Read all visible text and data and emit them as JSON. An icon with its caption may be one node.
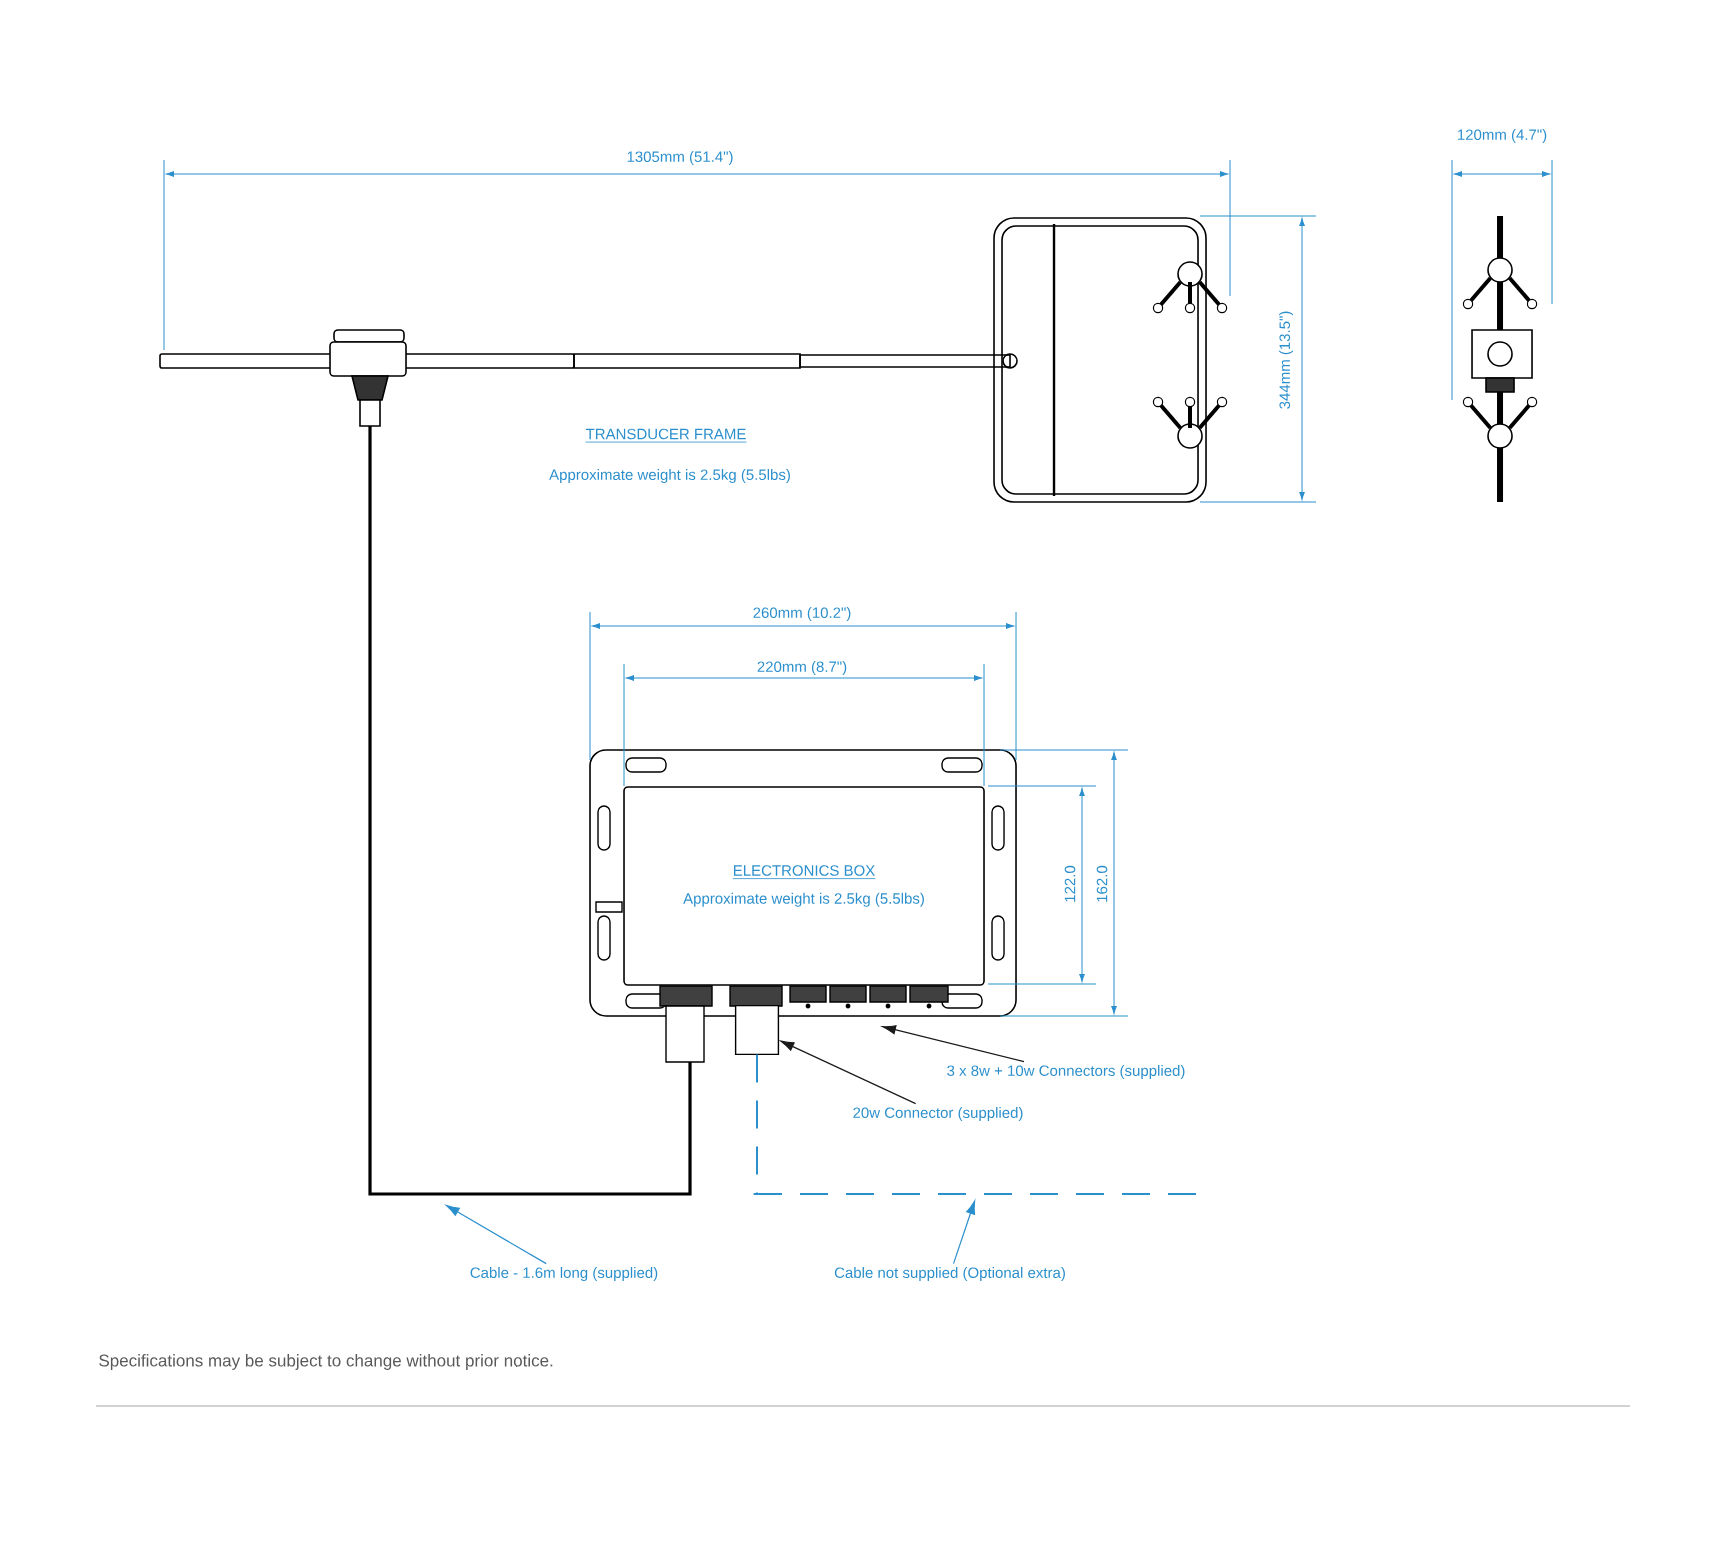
{
  "diagram": {
    "nodes": [
      {
        "text": [
          "ELECTRONICS BOX",
          "Approximate weight is 2.5kg (5.5lbs)"
        ]
      },
      {
        "text": [
          "3 x 8w + 10w Connectors (supplied)"
        ]
      },
      {
        "text": [
          "20w Connector (supplied)"
        ]
      },
      {
        "text": [
          "Cable - 1.6m long (supplied)"
        ]
      },
      {
        "text": [
          "Cable not supplied (Optional extra)"
        ]
      },
      {
        "text": [],
        "shape": "picture"
      },
      {
        "text": [],
        "shape": "box"
      }
    ],
    "edges": [
      {
        "from": 1,
        "to": null,
        "arrow": "to",
        "color": "#1a1a1a"
      },
      {
        "from": 2,
        "to": 6,
        "arrow": "to",
        "color": "#1a1a1a"
      },
      {
        "from": 3,
        "to": null,
        "arrow": "to",
        "color": "#2a8fcc"
      },
      {
        "from": 4,
        "to": 5,
        "arrow": "to",
        "color": "#2a8fcc"
      },
      {
        "from": 6,
        "to": 5,
        "arrow": "none",
        "style": "dashed",
        "color": "#2a8fcc"
      }
    ],
    "labels": [
      "1305mm (51.4\")",
      "120mm (4.7\")",
      "344mm (13.5\")",
      "TRANSDUCER FRAME",
      "Approximate weight is 2.5kg (5.5lbs)",
      "260mm (10.2\")",
      "220mm (8.7\")",
      "122.0",
      "162.0",
      "Specifications may be subject to change without prior notice."
    ]
  }
}
